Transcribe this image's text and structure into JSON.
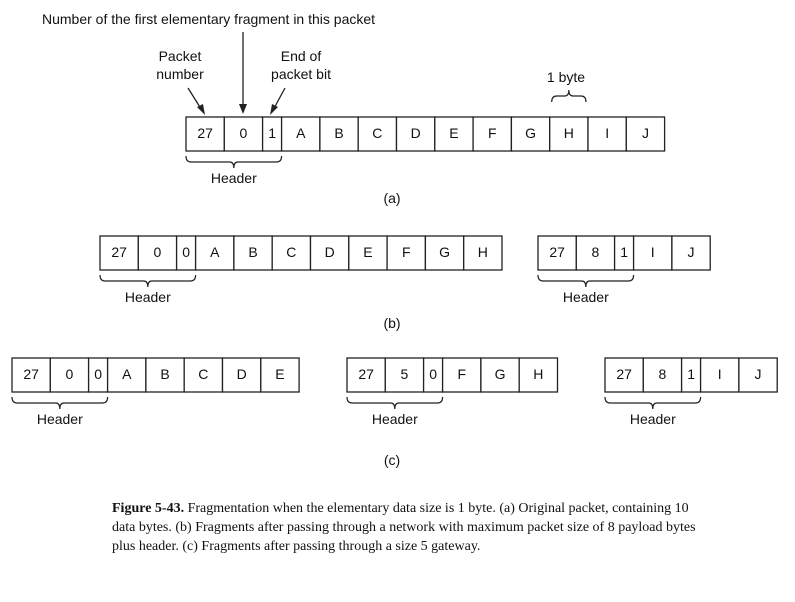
{
  "annotations": {
    "first_fragment_number": "Number of the first elementary fragment in this packet",
    "packet_number_line1": "Packet",
    "packet_number_line2": "number",
    "end_bit_line1": "End of",
    "end_bit_line2": "packet bit",
    "one_byte": "1 byte"
  },
  "header_label": "Header",
  "parts": {
    "a": "(a)",
    "b": "(b)",
    "c": "(c)"
  },
  "packets": {
    "a": [
      {
        "packet": "27",
        "first": "0",
        "end": "1",
        "data": [
          "A",
          "B",
          "C",
          "D",
          "E",
          "F",
          "G",
          "H",
          "I",
          "J"
        ]
      }
    ],
    "b": [
      {
        "packet": "27",
        "first": "0",
        "end": "0",
        "data": [
          "A",
          "B",
          "C",
          "D",
          "E",
          "F",
          "G",
          "H"
        ]
      },
      {
        "packet": "27",
        "first": "8",
        "end": "1",
        "data": [
          "I",
          "J"
        ]
      }
    ],
    "c": [
      {
        "packet": "27",
        "first": "0",
        "end": "0",
        "data": [
          "A",
          "B",
          "C",
          "D",
          "E"
        ]
      },
      {
        "packet": "27",
        "first": "5",
        "end": "0",
        "data": [
          "F",
          "G",
          "H"
        ]
      },
      {
        "packet": "27",
        "first": "8",
        "end": "1",
        "data": [
          "I",
          "J"
        ]
      }
    ]
  },
  "caption": {
    "figure_label": "Figure 5-43.",
    "text": "Fragmentation when the elementary data size is 1 byte. (a) Original packet, containing 10 data bytes. (b) Fragments after passing through a network with maximum packet size of 8 payload bytes plus header. (c) Fragments after passing through a size 5 gateway."
  }
}
